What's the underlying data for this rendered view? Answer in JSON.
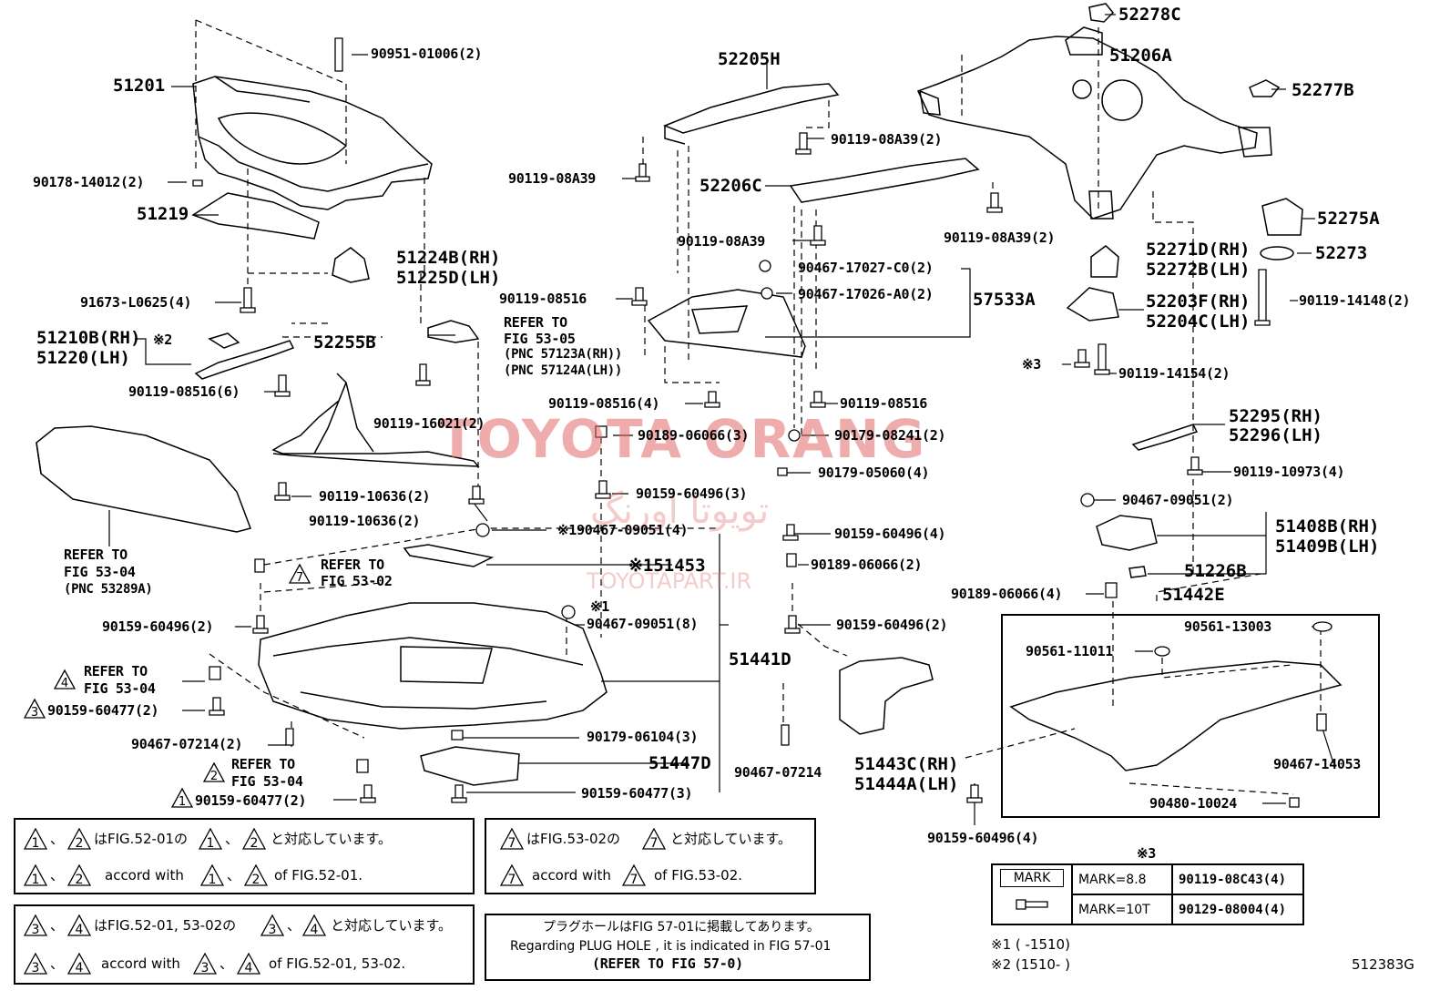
{
  "watermark": {
    "brand": "TOYOTA ORANG",
    "arabic": "تویوتا اورنگ",
    "site": "TOYOTAPART.IR",
    "color": "#e36a6a"
  },
  "diagram_id": "512383G",
  "labels": {
    "p51201": "51201",
    "p90951": "90951-01006(2)",
    "p90178": "90178-14012(2)",
    "p51219": "51219",
    "p51224b": "51224B(RH)",
    "p51225d": "51225D(LH)",
    "p91673": "91673-L0625(4)",
    "p51210b": "51210B(RH)",
    "p51220": "51220(LH)",
    "mark2": "※2",
    "p52255b": "52255B",
    "p90119_08516_6": "90119-08516(6)",
    "p90119_16021": "90119-16021(2)",
    "refer_fig5305_a": "REFER TO",
    "refer_fig5305_b": "FIG 53-05",
    "refer_fig5305_c": "(PNC 57123A(RH))",
    "refer_fig5305_d": "(PNC 57124A(LH))",
    "p52205h": "52205H",
    "p90119_08a39_a": "90119-08A39(2)",
    "p90119_08a39_b": "90119-08A39",
    "p52206c": "52206C",
    "p90119_08a39_c": "90119-08A39",
    "p90119_08a39_d": "90119-08A39(2)",
    "p90467_17027": "90467-17027-C0(2)",
    "p90467_17026": "90467-17026-A0(2)",
    "p57533a": "57533A",
    "p90119_08516_a": "90119-08516",
    "p90119_08516_4": "90119-08516(4)",
    "p90119_08516_b": "90119-08516",
    "p90189_06066_3": "90189-06066(3)",
    "p90179_08241": "90179-08241(2)",
    "p52278c": "52278C",
    "p51206a": "51206A",
    "p52277b": "52277B",
    "p52275a": "52275A",
    "p52271d": "52271D(RH)",
    "p52272b": "52272B(LH)",
    "p52273": "52273",
    "p90119_14148": "90119-14148(2)",
    "p52203f": "52203F(RH)",
    "p52204c": "52204C(LH)",
    "mark3": "※3",
    "p90119_14154": "90119-14154(2)",
    "p52295": "52295(RH)",
    "p52296": "52296(LH)",
    "p90119_10973": "90119-10973(4)",
    "p90467_09051_2": "90467-09051(2)",
    "p51408b": "51408B(RH)",
    "p51409b": "51409B(LH)",
    "p51226b": "51226B",
    "refer_fig5304_a": "REFER TO",
    "refer_fig5304_b": "FIG 53-04",
    "refer_fig5304_c": "(PNC 53289A)",
    "p90119_10636_a": "90119-10636(2)",
    "p90119_10636_b": "90119-10636(2)",
    "p90159_60496_3": "90159-60496(3)",
    "p90179_05060": "90179-05060(4)",
    "p90467_09051_4": "※190467-09051(4)",
    "p90159_60496_4a": "90159-60496(4)",
    "p51453": "※151453",
    "p90189_06066_2": "90189-06066(2)",
    "refer_fig5302_a": "REFER TO",
    "refer_fig5302_b": "FIG 53-02",
    "p90159_60496_2a": "90159-60496(2)",
    "mark1": "※1",
    "p90467_09051_8": "90467-09051(8)",
    "p51441d": "51441D",
    "p90159_60496_2b": "90159-60496(2)",
    "refer_fig5304b_a": "REFER TO",
    "refer_fig5304b_b": "FIG 53-04",
    "p90159_60477_2a": "90159-60477(2)",
    "p90467_07214_2": "90467-07214(2)",
    "p90179_06104": "90179-06104(3)",
    "p51447d": "51447D",
    "p90467_07214": "90467-07214",
    "refer_fig5304c_a": "REFER TO",
    "refer_fig5304c_b": "FIG 53-04",
    "p90159_60477_2b": "90159-60477(2)",
    "p90159_60477_3": "90159-60477(3)",
    "p51443c": "51443C(RH)",
    "p51444a": "51444A(LH)",
    "p90189_06066_4": "90189-06066(4)",
    "p51442e": "51442E",
    "p90561_13003": "90561-13003",
    "p90561_11011": "90561-11011",
    "p90467_14053": "90467-14053",
    "p90480_10024": "90480-10024",
    "p90159_60496_4b": "90159-60496(4)"
  },
  "triangles": {
    "t7": "7",
    "t4": "4",
    "t3": "3",
    "t2": "2",
    "t1": "1"
  },
  "notes": {
    "box1_line1_mid": "、",
    "box1_line1_a": "はFIG.52-01の",
    "box1_line1_b": "、",
    "box1_line1_c": "と対応しています。",
    "box1_line2_a": "accord with",
    "box1_line2_b": "、",
    "box1_line2_c": "of FIG.52-01.",
    "box2_line1_a": "はFIG.53-02の",
    "box2_line1_b": "と対応しています。",
    "box2_line2_a": "accord with",
    "box2_line2_b": "of FIG.53-02.",
    "box3_line1_a": "はFIG.52-01, 53-02の",
    "box3_line1_b": "と対応しています。",
    "box3_line2_a": "accord with",
    "box3_line2_b": "of FIG.52-01, 53-02.",
    "plug_line1": "プラグホールはFIG 57-01に掲載してあります。",
    "plug_line2": "Regarding PLUG HOLE , it is indicated in FIG 57-01",
    "plug_line3": "(REFER TO FIG 57-0)"
  },
  "mark_table": {
    "ref": "※3",
    "header": "MARK",
    "row1_mark": "MARK=8.8",
    "row1_part": "90119-08C43(4)",
    "row2_mark": "MARK=10T",
    "row2_part": "90129-08004(4)"
  },
  "footnotes": {
    "f1": "※1 (      -1510)",
    "f2": "※2 (1510-      )"
  }
}
